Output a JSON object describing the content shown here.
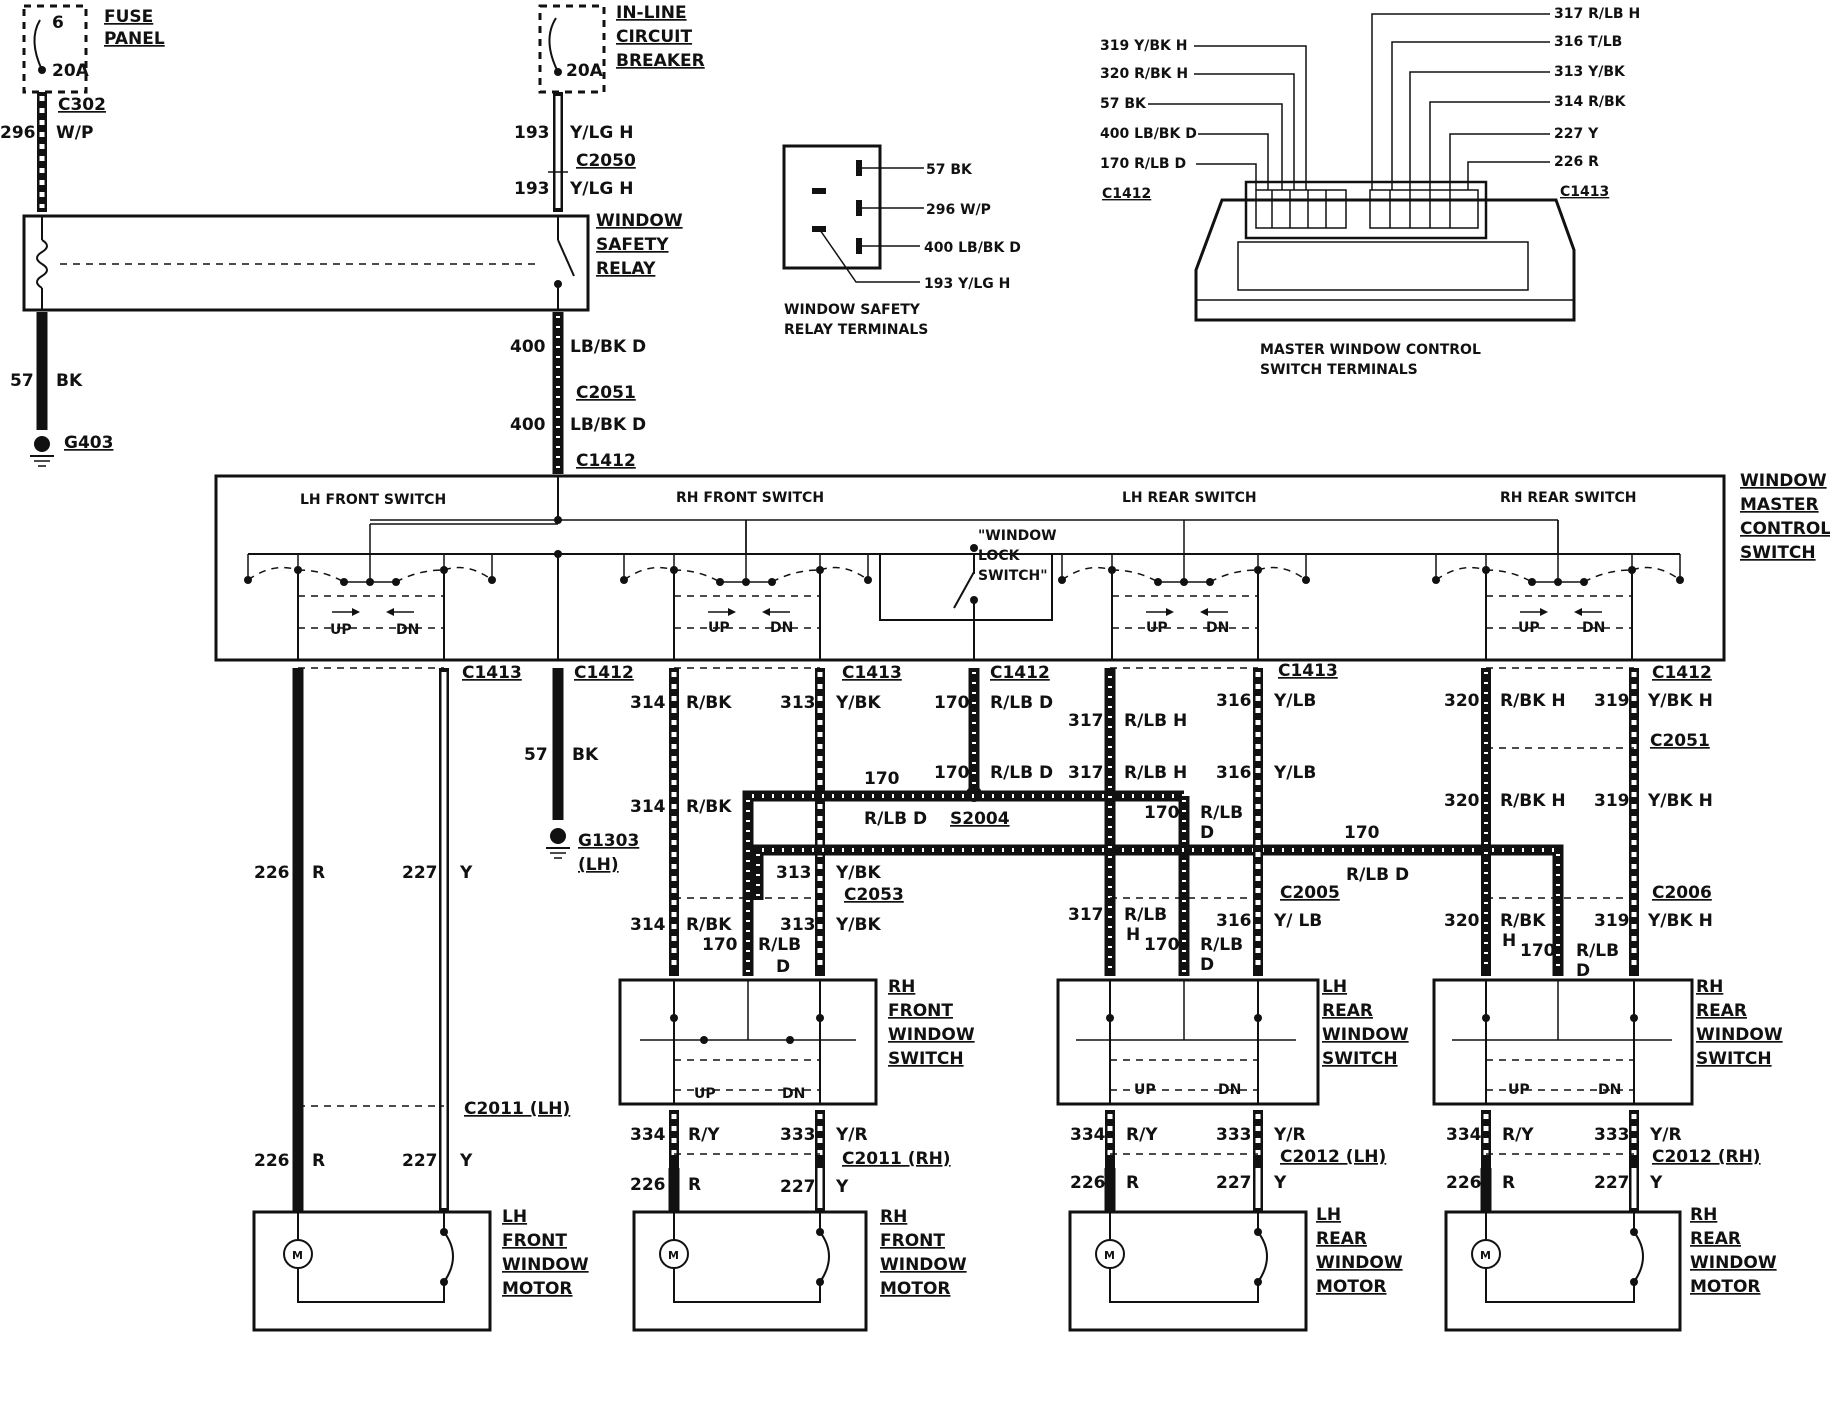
{
  "labels": {
    "fuse_panel": [
      "FUSE",
      "PANEL"
    ],
    "fuse_num": "6",
    "fuse_amp": "20A",
    "breaker": [
      "IN-LINE",
      "CIRCUIT",
      "BREAKER"
    ],
    "breaker_amp": "20A",
    "relay": [
      "WINDOW",
      "SAFETY",
      "RELAY"
    ],
    "relay_terminals": [
      "WINDOW SAFETY",
      "RELAY TERMINALS"
    ],
    "master_terminals": [
      "MASTER WINDOW CONTROL",
      "SWITCH TERMINALS"
    ],
    "master_switch": [
      "WINDOW",
      "MASTER",
      "CONTROL",
      "SWITCH"
    ],
    "lh_front_switch": "LH FRONT SWITCH",
    "rh_front_switch": "RH FRONT SWITCH",
    "lh_rear_switch": "LH REAR SWITCH",
    "rh_rear_switch": "RH REAR SWITCH",
    "window_lock": [
      "\"WINDOW",
      "LOCK",
      "SWITCH\""
    ],
    "up": "UP",
    "dn": "DN",
    "rh_front_window_switch": [
      "RH",
      "FRONT",
      "WINDOW",
      "SWITCH"
    ],
    "lh_rear_window_switch": [
      "LH",
      "REAR",
      "WINDOW",
      "SWITCH"
    ],
    "rh_rear_window_switch": [
      "RH",
      "REAR",
      "WINDOW",
      "SWITCH"
    ],
    "lh_front_motor": [
      "LH",
      "FRONT",
      "WINDOW",
      "MOTOR"
    ],
    "rh_front_motor": [
      "RH",
      "FRONT",
      "WINDOW",
      "MOTOR"
    ],
    "lh_rear_motor": [
      "LH",
      "REAR",
      "WINDOW",
      "MOTOR"
    ],
    "rh_rear_motor": [
      "RH",
      "REAR",
      "WINDOW",
      "MOTOR"
    ],
    "motor_symbol": "M"
  },
  "connectors": {
    "c302": "C302",
    "c2050": "C2050",
    "c2051": "C2051",
    "c1412": "C1412",
    "c1413": "C1413",
    "g403": "G403",
    "g1303": "G1303",
    "g1303_loc": "(LH)",
    "s2004": "S2004",
    "c2053": "C2053",
    "c2005": "C2005",
    "c2006": "C2006",
    "c2011_lh": "C2011 (LH)",
    "c2011_rh": "C2011 (RH)",
    "c2012_lh": "C2012 (LH)",
    "c2012_rh": "C2012 (RH)"
  },
  "wires": {
    "w296": "296",
    "wp": "W/P",
    "w193": "193",
    "ylgh": "Y/LG H",
    "w57": "57",
    "bk": "BK",
    "w400": "400",
    "lbbkd": "LB/BK D",
    "w226": "226",
    "r": "R",
    "w227": "227",
    "y": "Y",
    "w314": "314",
    "rbk": "R/BK",
    "w313": "313",
    "ybk": "Y/BK",
    "w170": "170",
    "rlbd": "R/LB D",
    "w317": "317",
    "rlbh": "R/LB H",
    "w316": "316",
    "ylb": "Y/LB",
    "w320": "320",
    "rbkh": "R/BK H",
    "w319": "319",
    "ybkh": "Y/BK H",
    "w334": "334",
    "ry": "R/Y",
    "w333": "333",
    "yr": "Y/R",
    "rlb": "R/LB",
    "h": "H",
    "d": "D",
    "rlb_d_split": "R/LB",
    "rbk_split": "R/BK",
    "ylb_sp": "Y/ LB"
  },
  "relay_pins": [
    {
      "label": "57 BK"
    },
    {
      "label": "296 W/P"
    },
    {
      "label": "400 LB/BK D"
    },
    {
      "label": "193 Y/LG H"
    }
  ],
  "master_pins_left": [
    {
      "label": "319 Y/BK H"
    },
    {
      "label": "320 R/BK H"
    },
    {
      "label": "57 BK"
    },
    {
      "label": "400 LB/BK D"
    },
    {
      "label": "170 R/LB D"
    },
    {
      "label": "C1412"
    }
  ],
  "master_pins_right": [
    {
      "label": "317 R/LB H"
    },
    {
      "label": "316 T/LB"
    },
    {
      "label": "313 Y/BK"
    },
    {
      "label": "314 R/BK"
    },
    {
      "label": "227 Y"
    },
    {
      "label": "226 R"
    },
    {
      "label": "C1413"
    }
  ]
}
